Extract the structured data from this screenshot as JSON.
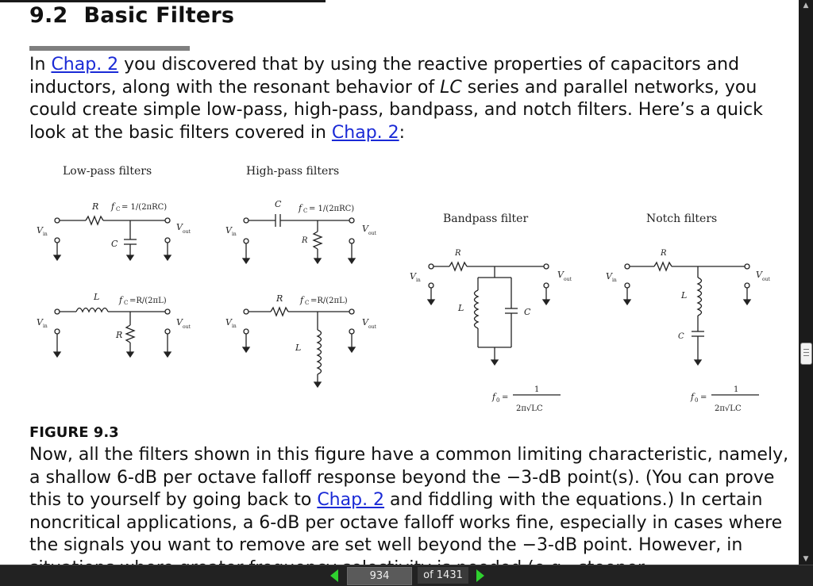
{
  "section": {
    "number": "9.2",
    "title": "Basic Filters"
  },
  "intro": {
    "t1": "In ",
    "link1": "Chap. 2",
    "t2": " you discovered that by using the reactive properties of capacitors and inductors, along with the resonant behavior of ",
    "lc": "LC",
    "t3": " series and parallel networks, you could create simple low-pass, high-pass, bandpass, and notch filters. Here’s a quick look at the basic filters covered in ",
    "link2": "Chap. 2",
    "t4": ":"
  },
  "figure": {
    "label": "FIGURE 9.3",
    "lowpass_title": "Low-pass filters",
    "highpass_title": "High-pass filters",
    "bandpass_title": "Bandpass filter",
    "notch_title": "Notch filters",
    "f_rc": "f",
    "f_rc_sub": "C",
    "f_rc_eq": "= 1/(2πRC)",
    "f_rl_eq": "=R/(2πL)",
    "vin": "V",
    "vin_sub": "in",
    "vout_sub": "out",
    "R": "R",
    "C": "C",
    "L": "L",
    "f0": "f",
    "f0_sub": "0",
    "eq_num": "1",
    "eq_den": "2π√LC"
  },
  "body": {
    "t1": "Now, all the filters shown in this figure have a common limiting characteristic, namely, a shallow 6-dB per octave falloff response beyond the −3-dB point(s). (You can prove this to yourself by going back to ",
    "link": "Chap. 2",
    "t2": " and fiddling with the equations.) In certain noncritical applications, a 6-dB per octave falloff works fine, especially in cases where the signals you want to remove are set well beyond the −3-dB point. However, in situations where greater frequency selectivity is needed (e.g., steeper"
  },
  "viewer": {
    "current_page": "934",
    "total_pages": "of  1431"
  },
  "colors": {
    "link": "#1a2ad6",
    "nav_arrow": "#2fd12f",
    "rule": "#7f7f7f"
  }
}
